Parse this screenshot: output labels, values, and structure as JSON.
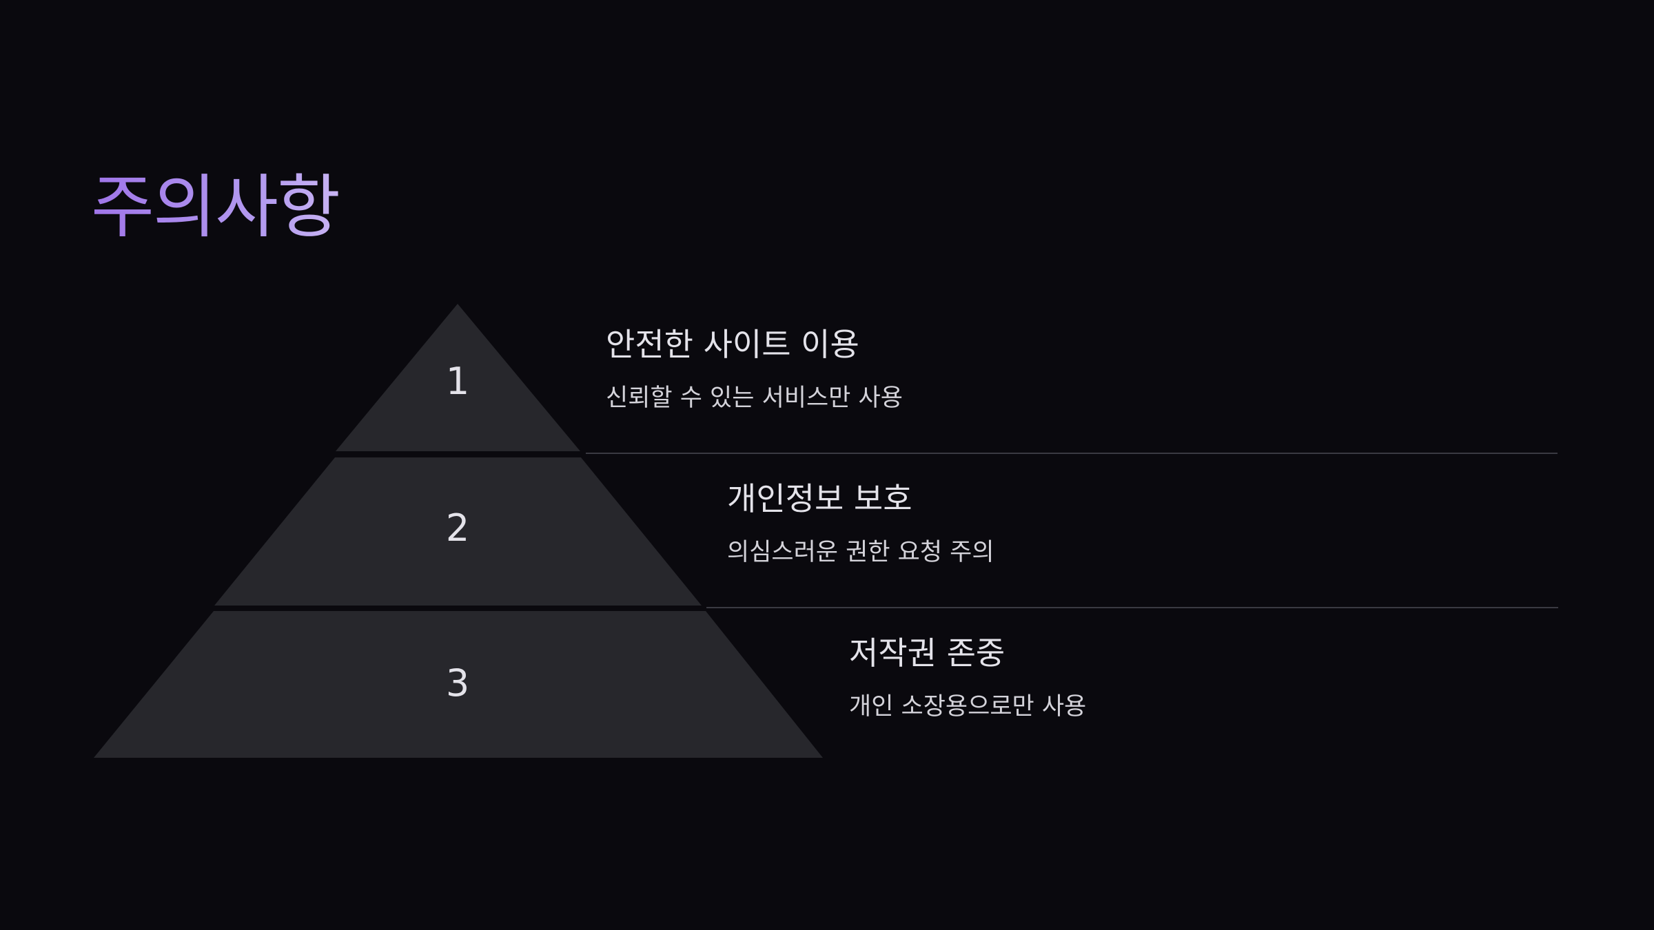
{
  "slide": {
    "title": "주의사항",
    "tiers": [
      {
        "number": "1",
        "heading": "안전한 사이트 이용",
        "description": "신뢰할 수 있는 서비스만 사용"
      },
      {
        "number": "2",
        "heading": "개인정보 보호",
        "description": "의심스러운 권한 요청 주의"
      },
      {
        "number": "3",
        "heading": "저작권 존중",
        "description": "개인 소장용으로만 사용"
      }
    ]
  },
  "colors": {
    "background": "#0a090e",
    "tier_fill": "#27272c",
    "title_gradient_start": "#9f75e8",
    "title_gradient_end": "#c8b4f3",
    "text": "#e4e3ea",
    "divider": "#3a3a42"
  }
}
